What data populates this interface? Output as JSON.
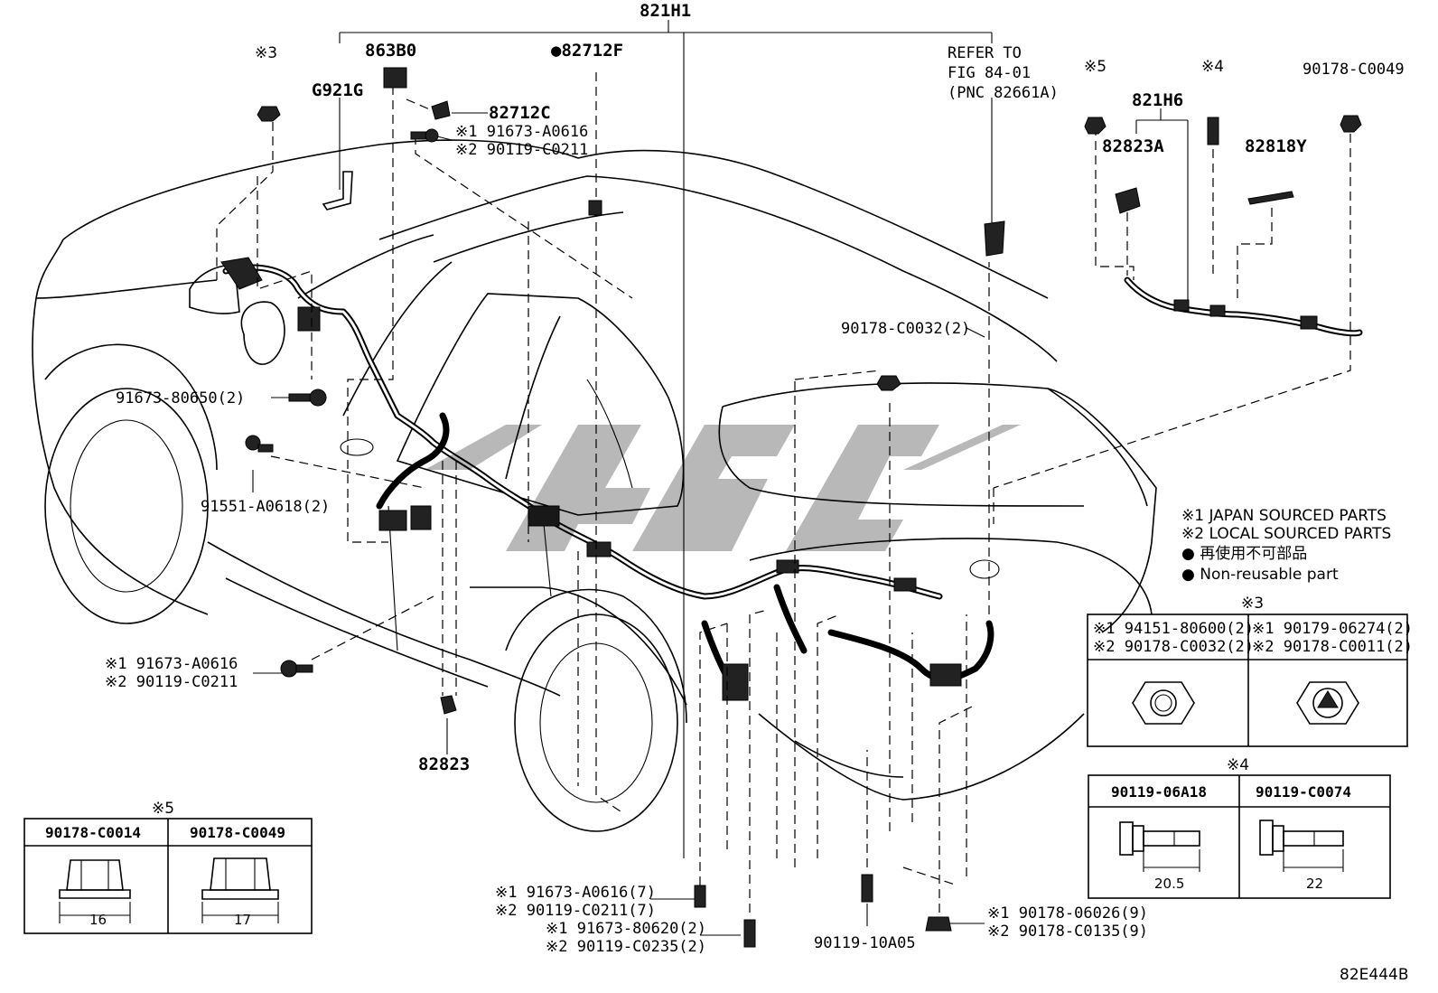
{
  "callouts": {
    "main_assembly": "821H1",
    "p863b0": "863B0",
    "p82712f": "●82712F",
    "p82712c": "82712C",
    "g921g": "G921G",
    "ref_line1": "REFER TO",
    "ref_line2": "FIG 84-01",
    "ref_line3": "(PNC 82661A)",
    "top_a1": "※1 91673-A0616",
    "top_a2": "※2 90119-C0211",
    "n3_top": "※3",
    "p91673_80650": "91673-80650(2)",
    "p91551": "91551-A0618(2)",
    "left_b1": "※1 91673-A0616",
    "left_b2": "※2 90119-C0211",
    "p82823": "82823",
    "bot_c1": "※1 91673-A0616(7)",
    "bot_c2": "※2 90119-C0211(7)",
    "bot_d1": "※1 91673-80620(2)",
    "bot_d2": "※2 90119-C0235(2)",
    "p90119_10a05": "90119-10A05",
    "bot_e1": "※1 90178-06026(9)",
    "bot_e2": "※2 90178-C0135(9)",
    "p90178_c0032": "90178-C0032(2)",
    "n5_top": "※5",
    "n4_top": "※4",
    "p90178_c0049_top": "90178-C0049",
    "p821h6": "821H6",
    "p82823a": "82823A",
    "p82818y": "82818Y"
  },
  "legend": {
    "japan": "※1 JAPAN SOURCED PARTS",
    "local": "※2 LOCAL SOURCED PARTS",
    "jp_nonreuse": "● 再使用不可部品",
    "nonreuse": "● Non-reusable part"
  },
  "box3": {
    "title": "※3",
    "left_l1": "※1 94151-80600(2)",
    "left_l2": "※2 90178-C0032(2)",
    "right_l1": "※1 90179-06274(2)",
    "right_l2": "※2 90178-C0011(2)"
  },
  "box4": {
    "title": "※4",
    "left_part": "90119-06A18",
    "right_part": "90119-C0074",
    "left_dim": "20.5",
    "right_dim": "22"
  },
  "box5": {
    "title": "※5",
    "left_part": "90178-C0014",
    "right_part": "90178-C0049",
    "left_dim": "16",
    "right_dim": "17"
  },
  "figure_code": "82E444B"
}
